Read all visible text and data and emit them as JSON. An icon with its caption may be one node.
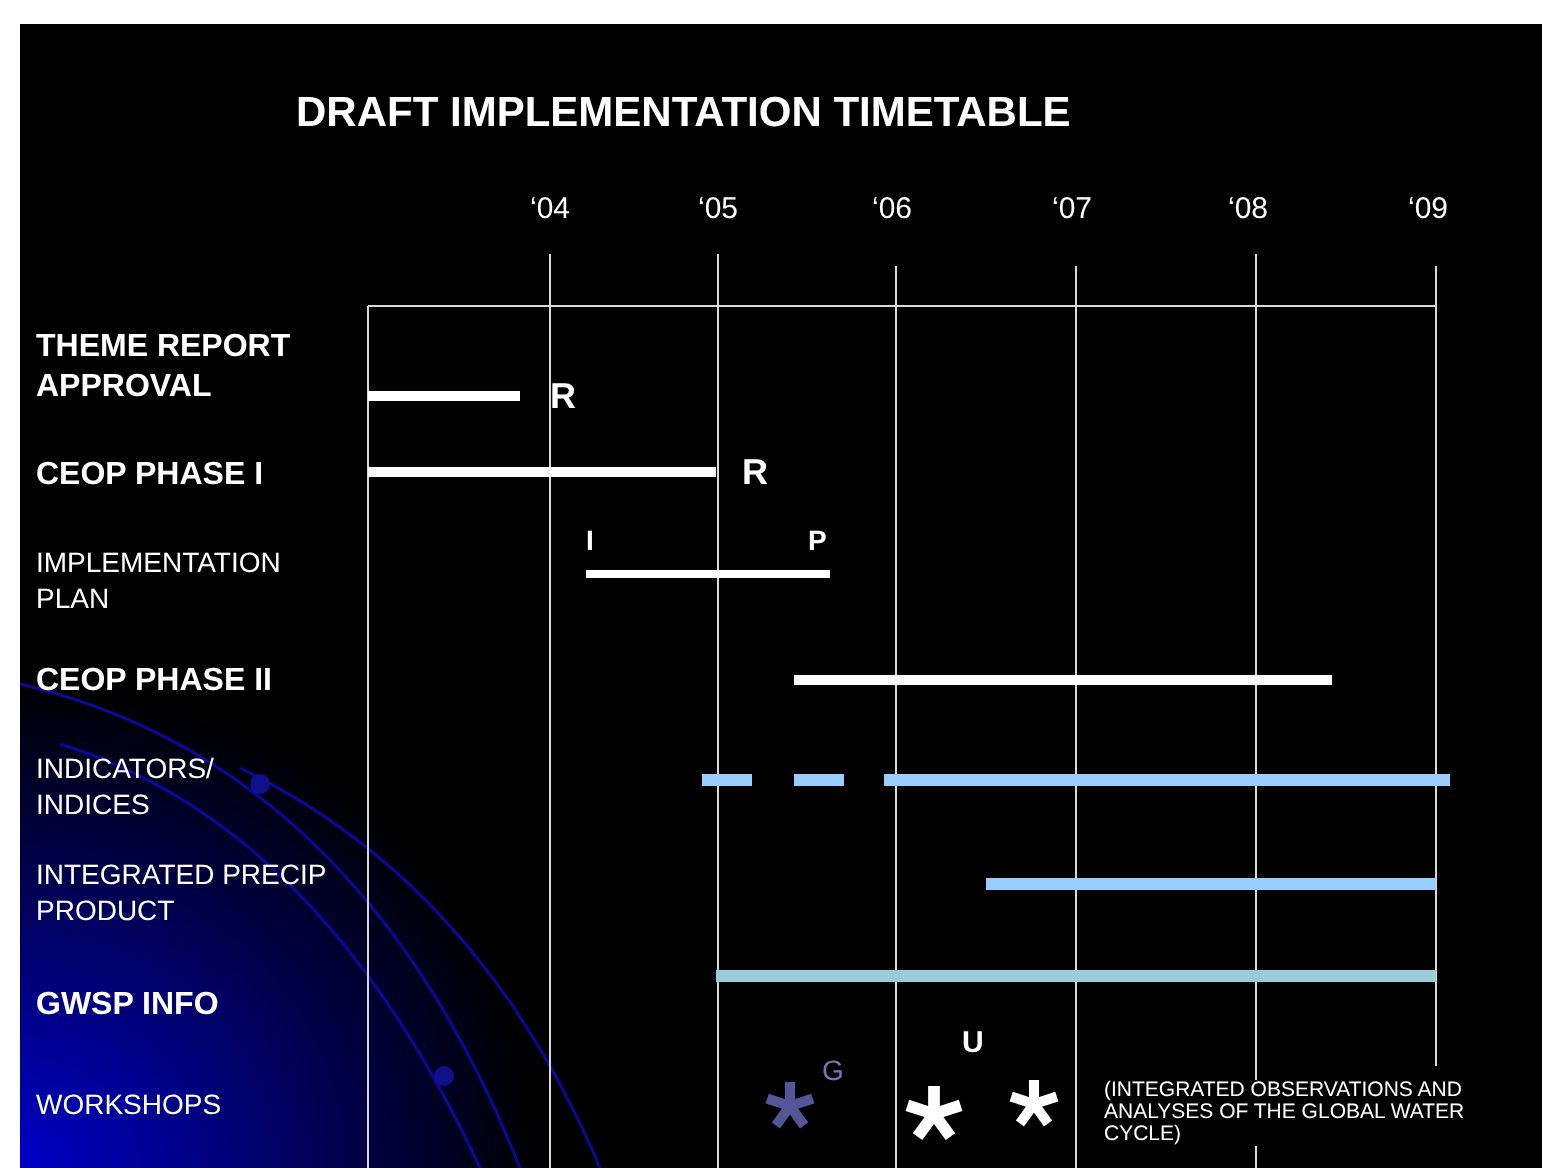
{
  "diagram": {
    "title": "DRAFT IMPLEMENTATION TIMETABLE",
    "labels": [
      "‘04",
      "‘05",
      "‘06",
      "‘07",
      "‘08",
      "‘09",
      "THEME REPORT APPROVAL",
      "R",
      "CEOP PHASE I",
      "R",
      "IMPLEMENTATION PLAN",
      "I",
      "P",
      "CEOP PHASE II",
      "INDICATORS/ INDICES",
      "INTEGRATED PRECIP PRODUCT",
      "GWSP INFO",
      "U",
      "WORKSHOPS",
      "G",
      "(INTEGRATED OBSERVATIONS AND ANALYSES OF THE GLOBAL WATER CYCLE)"
    ]
  }
}
